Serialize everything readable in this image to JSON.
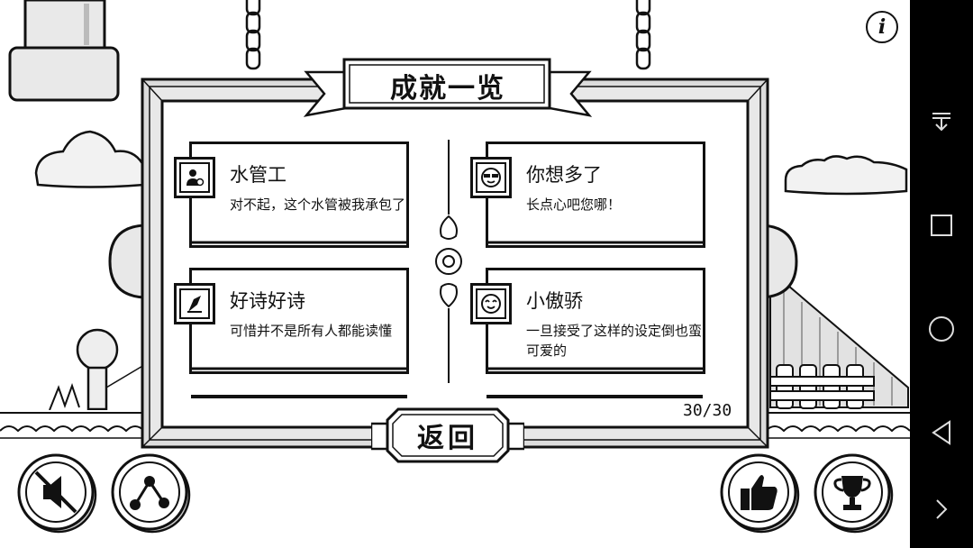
{
  "panel": {
    "title": "成就一览"
  },
  "achievements": [
    {
      "title": "水管工",
      "desc": "对不起，这个水管被我承包了",
      "icon": "plumber-icon"
    },
    {
      "title": "你想多了",
      "desc": "长点心吧您哪！",
      "icon": "sunglasses-face-icon"
    },
    {
      "title": "好诗好诗",
      "desc": "可惜并不是所有人都能读懂",
      "icon": "quill-pen-icon"
    },
    {
      "title": "小傲骄",
      "desc": "一旦接受了这样的设定倒也蛮可爱的",
      "icon": "smile-face-icon"
    }
  ],
  "counter": "30/30",
  "back_label": "返回",
  "buttons": {
    "left": [
      "mute-icon",
      "share-icon"
    ],
    "right": [
      "thumbs-up-icon",
      "trophy-icon"
    ],
    "info": "i"
  },
  "android_nav": [
    "notification-shade-icon",
    "recents-icon",
    "home-icon",
    "back-icon",
    "expand-icon"
  ]
}
